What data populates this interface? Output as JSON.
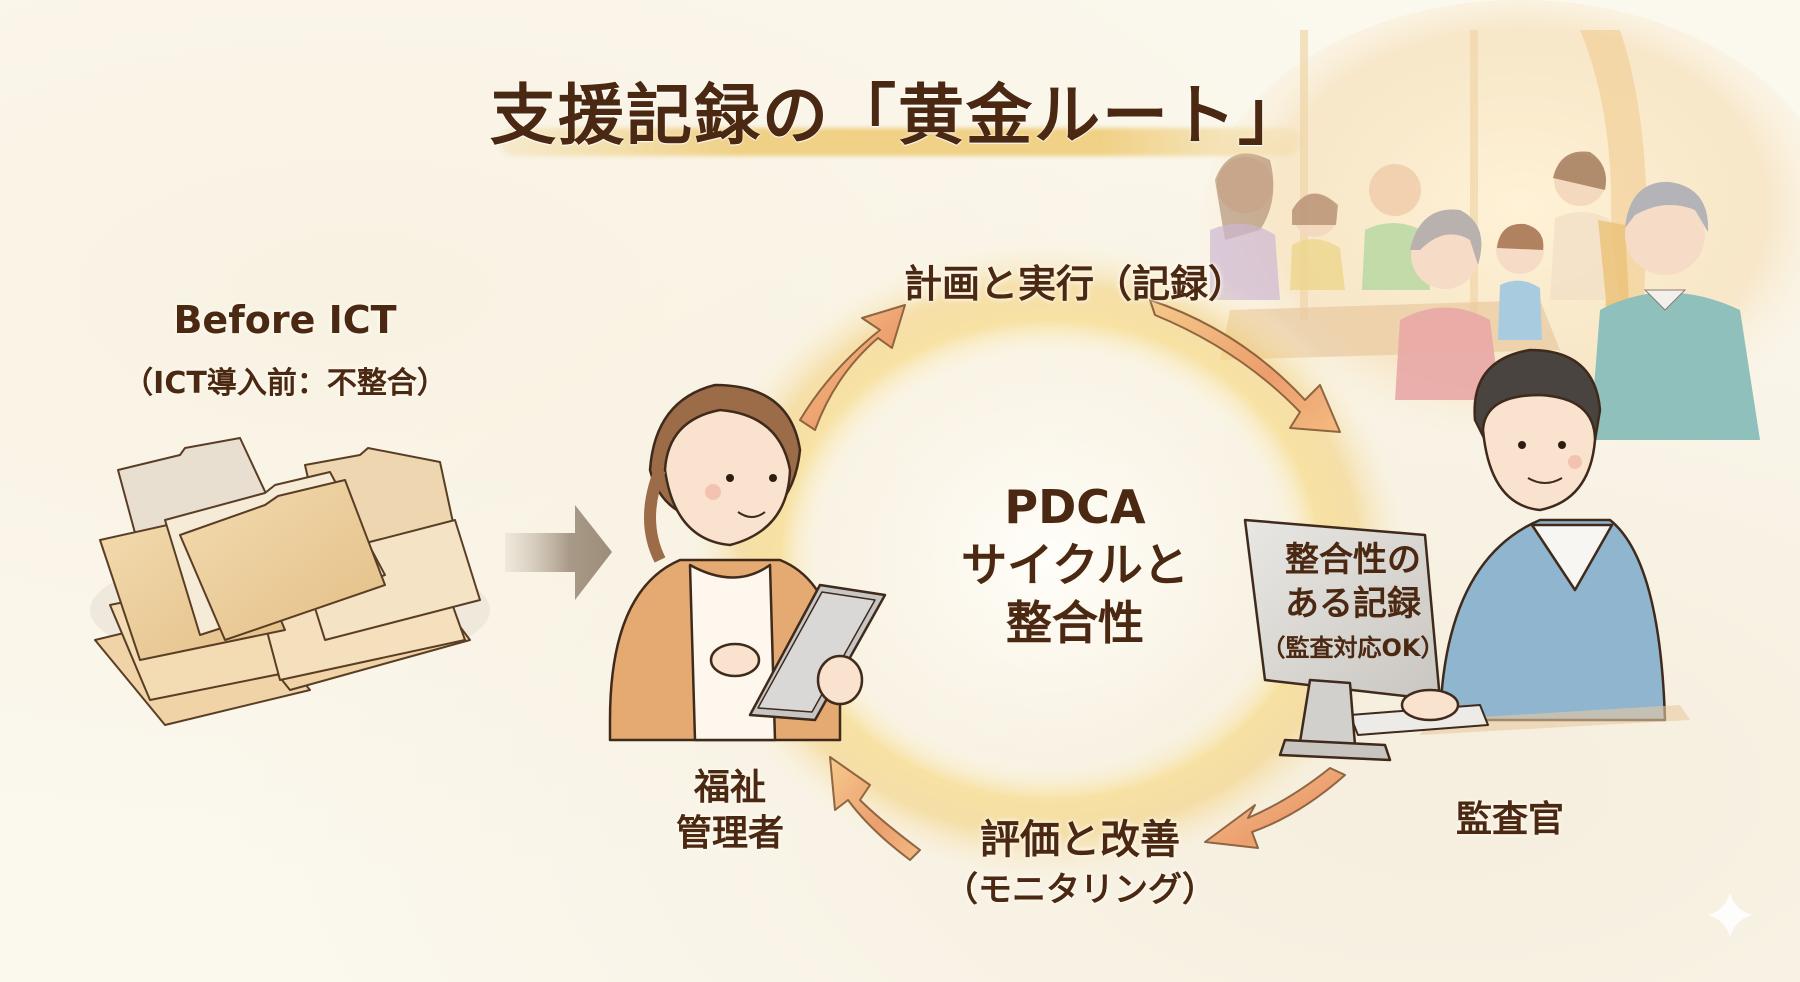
{
  "title": "支援記録の「黄金ルート」",
  "before": {
    "heading": "Before ICT",
    "subheading": "（ICT導入前：不整合）"
  },
  "cycle": {
    "top_label": "計画と実行（記録）",
    "center_lines": [
      "PDCA",
      "サイクルと",
      "整合性"
    ],
    "bottom_label": "評価と改善",
    "bottom_sub": "（モニタリング）"
  },
  "monitor": {
    "lines": [
      "整合性の",
      "ある記録"
    ],
    "sub": "（監査対応OK）"
  },
  "roles": {
    "manager_lines": [
      "福祉",
      "管理者"
    ],
    "auditor": "監査官"
  },
  "colors": {
    "text": "#4b2812",
    "gold": "#ecc464",
    "arrow": "#ea9f6b",
    "paper": "#fbf8ee"
  }
}
